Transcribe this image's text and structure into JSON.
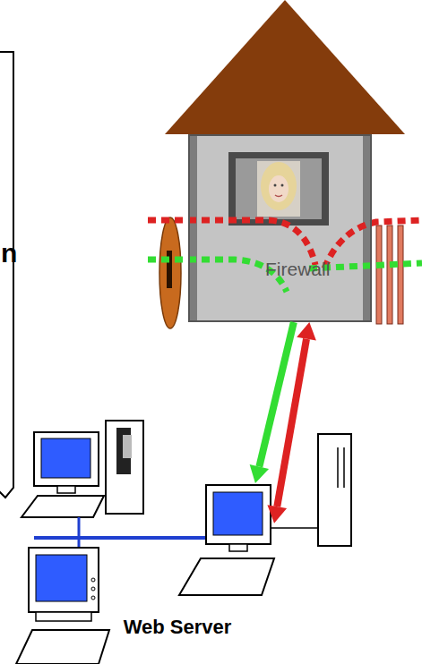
{
  "diagram": {
    "nodes": [
      {
        "text": [
          "Firewall"
        ]
      },
      {
        "text": [
          "Web Server"
        ]
      }
    ],
    "edges": [
      {
        "from": 0,
        "to": 1,
        "arrow": "to"
      },
      {
        "from": 0,
        "to": 1,
        "arrow": "both"
      }
    ],
    "labels": [
      "n"
    ]
  }
}
